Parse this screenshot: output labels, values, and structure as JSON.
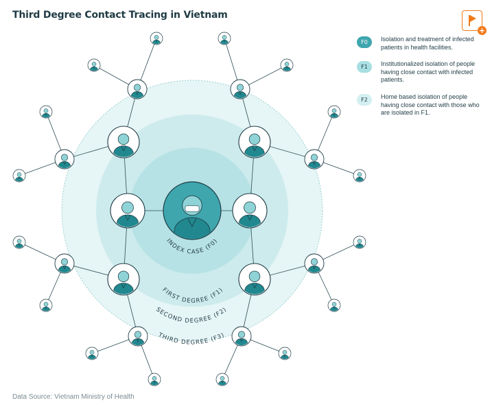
{
  "title": "Third Degree Contact Tracing in Vietnam",
  "source": "Data Source: Vietnam Ministry of Health",
  "colors": {
    "f0": "#3fa6ae",
    "f1": "#a8dfe2",
    "f2": "#d3eff0",
    "ring_outer": "#e6f5f5",
    "ring_mid": "#cdebed",
    "ring_inner": "#b7e2e5",
    "person_teal": "#21888f",
    "person_light": "#8fd3d6",
    "dark": "#1f3b45",
    "brand": "#f07a1a"
  },
  "rings": {
    "index": "INDEX CASE (F0)",
    "first": "FIRST DEGREE (F1)",
    "second": "SECOND DEGREE (F2)",
    "third": "THIRD DEGREE (F3)"
  },
  "legend": [
    {
      "badge": "F0",
      "text": "Isolation and treatment of infected patients in health facilities."
    },
    {
      "badge": "F1",
      "text": "Institutionalized isolation of people having close contact with infected patients."
    },
    {
      "badge": "F2",
      "text": "Home based isolation of people having close contact with those who are isolated in F1."
    }
  ],
  "logo_icon": "flag-plus-icon"
}
